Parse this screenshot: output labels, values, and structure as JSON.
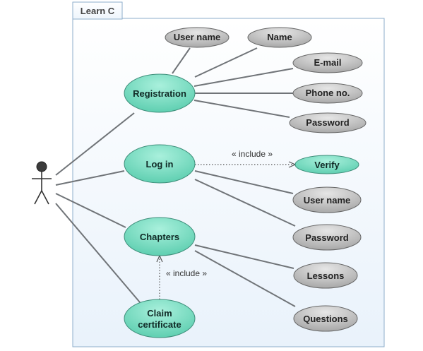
{
  "system": {
    "tab_label": "Learn C"
  },
  "use_cases": {
    "registration": "Registration",
    "login": "Log in",
    "chapters": "Chapters",
    "claim_line1": "Claim",
    "claim_line2": "certificate"
  },
  "attributes": {
    "reg_username": "User name",
    "reg_name": "Name",
    "reg_email": "E-mail",
    "reg_phone": "Phone no.",
    "reg_password": "Password",
    "verify": "Verify",
    "login_username": "User name",
    "login_password": "Password",
    "lessons": "Lessons",
    "questions": "Questions"
  },
  "relations": {
    "include_label_login": "« include »",
    "include_label_claim": "« include »"
  },
  "colors": {
    "green_fill": "#6fd8bd",
    "gray_fill": "#b5b5b5",
    "frame_border": "#7ea0c0",
    "line": "#707478"
  }
}
